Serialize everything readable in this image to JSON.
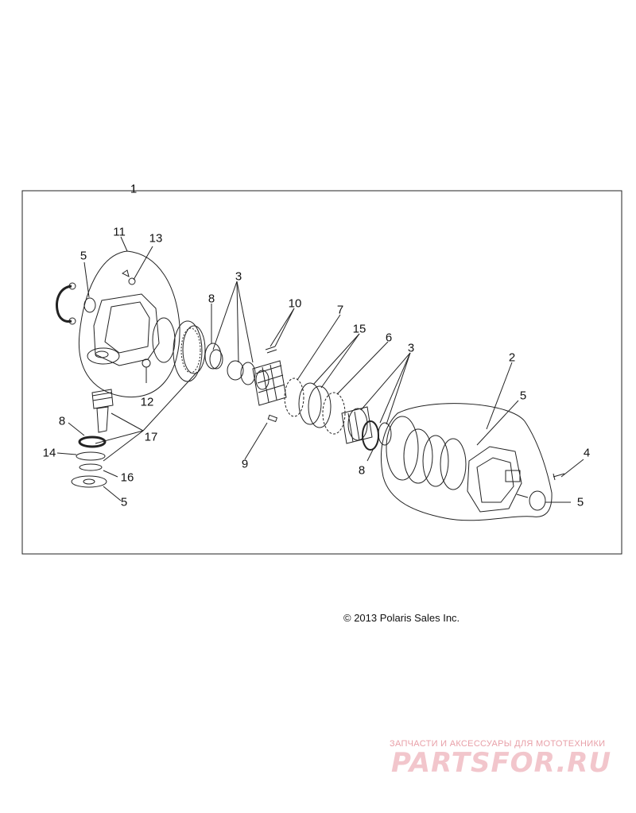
{
  "callouts": {
    "c1": "1",
    "c2": "2",
    "c3a": "3",
    "c3b": "3",
    "c4": "4",
    "c5a": "5",
    "c5b": "5",
    "c5c": "5",
    "c5d": "5",
    "c6": "6",
    "c7": "7",
    "c8a": "8",
    "c8b": "8",
    "c8c": "8",
    "c9": "9",
    "c10": "10",
    "c11": "11",
    "c12": "12",
    "c13": "13",
    "c14": "14",
    "c15": "15",
    "c16": "16",
    "c17": "17"
  },
  "copyright": "© 2013 Polaris Sales Inc.",
  "watermark": {
    "tagline": "ЗАПЧАСТИ И АКСЕССУАРЫ ДЛЯ МОТОТЕХНИКИ",
    "brand": "PARTSFOR.RU"
  }
}
